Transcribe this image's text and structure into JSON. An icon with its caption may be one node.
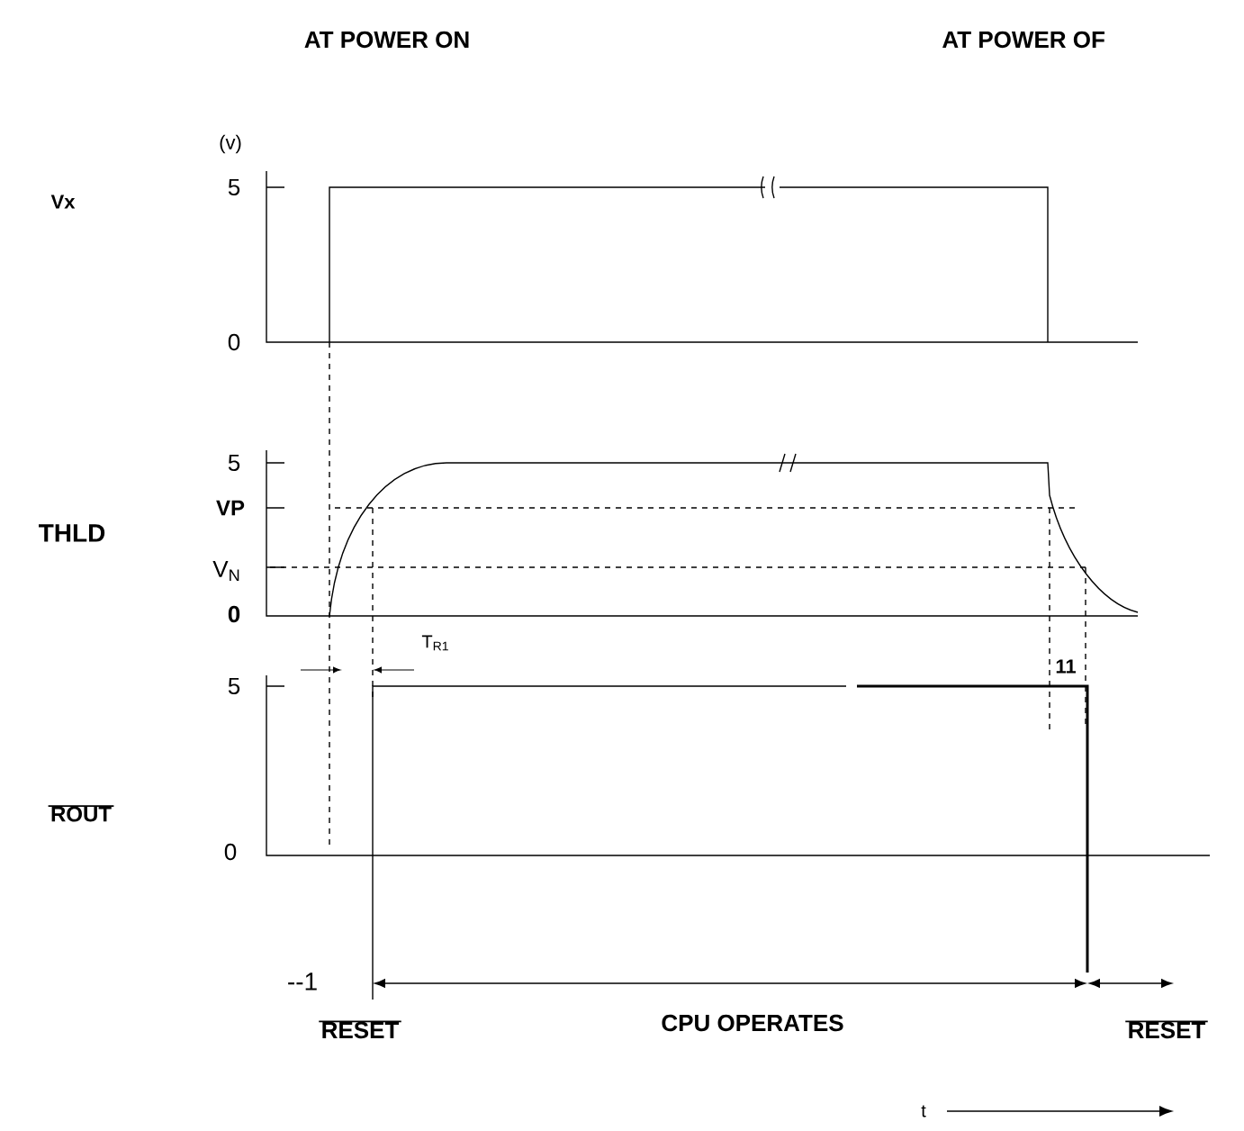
{
  "diagram": {
    "labels": [
      "AT POWER ON",
      "AT POWER OF",
      "(v)",
      "Vx",
      "5",
      "0",
      "5",
      "THLD",
      "VP",
      "V$_{N}$",
      "0",
      "T$_{R1}$",
      "11",
      "5",
      "ROUT",
      "0",
      "--1",
      "RESET",
      "CPU OPERATES",
      "RESET",
      "t"
    ]
  }
}
